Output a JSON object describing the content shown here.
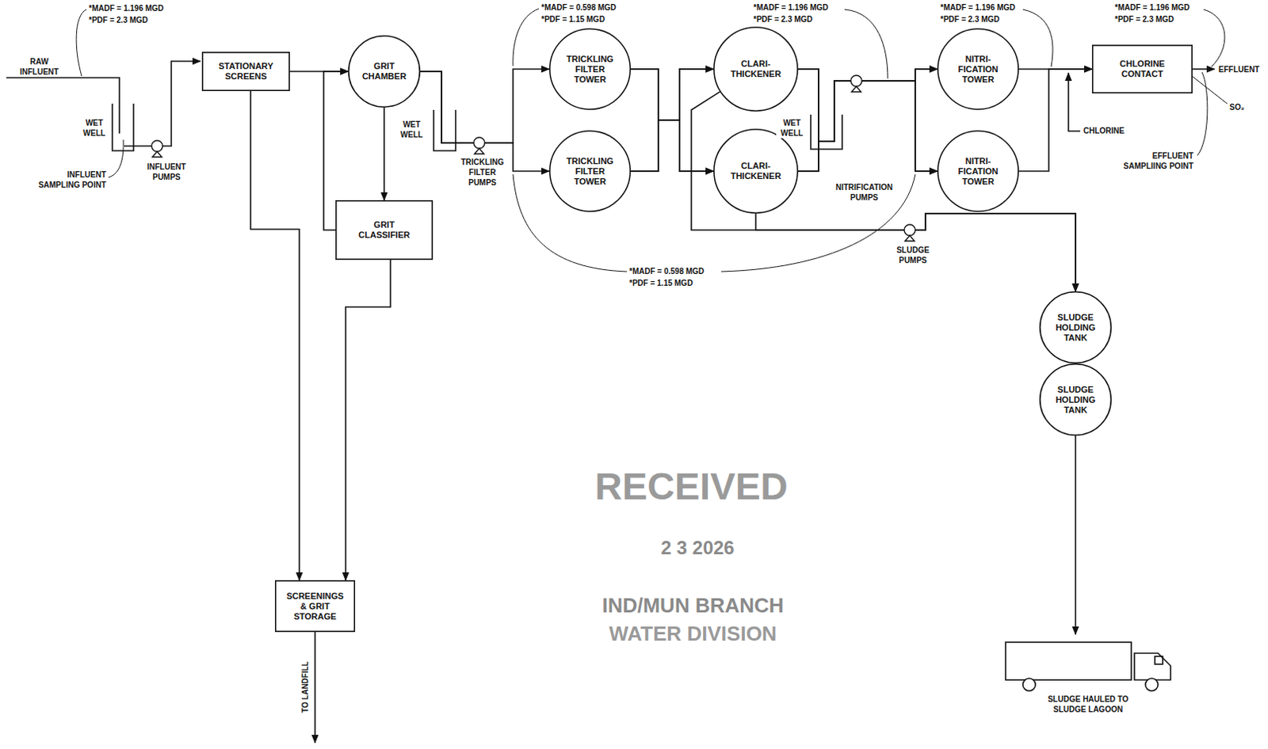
{
  "diagram": {
    "nodes": [
      {
        "text": [
          "STATIONARY SCREENS"
        ]
      },
      {
        "text": [
          "GRIT CHAMBER"
        ]
      },
      {
        "text": [
          "TRICKLING FILTER TOWER"
        ]
      },
      {
        "text": [
          "TRICKLING FILTER TOWER"
        ]
      },
      {
        "text": [
          "CLARI- THICKENER"
        ]
      },
      {
        "text": [
          "CLARI- THICKENER"
        ]
      },
      {
        "text": [
          "NITRI- FICATION TOWER"
        ]
      },
      {
        "text": [
          "NITRI- FICATION TOWER"
        ]
      },
      {
        "text": [
          "CHLORINE CONTACT"
        ]
      },
      {
        "text": [
          "GRIT CLASSIFIER"
        ]
      },
      {
        "text": [
          "SLUDGE HOLDING TANK"
        ]
      },
      {
        "text": [
          "SLUDGE HOLDING TANK"
        ]
      },
      {
        "text": [
          "SCREENINGS & GRIT STORAGE"
        ]
      }
    ],
    "edges": [
      {
        "from": 0,
        "to": 1,
        "arrow": "to"
      },
      {
        "from": 1,
        "to": 9,
        "arrow": "to"
      },
      {
        "from": 9,
        "to": 1,
        "arrow": "to"
      },
      {
        "from": 0,
        "to": 12,
        "arrow": "to"
      },
      {
        "from": 9,
        "to": 12,
        "arrow": "to"
      },
      {
        "from": 1,
        "to": 2,
        "arrow": "to"
      },
      {
        "from": 1,
        "to": 3,
        "arrow": "to"
      },
      {
        "from": 2,
        "to": 4,
        "arrow": "to"
      },
      {
        "from": 2,
        "to": 5,
        "arrow": "to"
      },
      {
        "from": 3,
        "to": 4,
        "arrow": "to"
      },
      {
        "from": 3,
        "to": 5,
        "arrow": "to"
      },
      {
        "from": 4,
        "to": 6,
        "arrow": "to"
      },
      {
        "from": 4,
        "to": 7,
        "arrow": "to"
      },
      {
        "from": 5,
        "to": 6,
        "arrow": "to"
      },
      {
        "from": 5,
        "to": 7,
        "arrow": "to"
      },
      {
        "from": 4,
        "to": 10,
        "arrow": "to"
      },
      {
        "from": 5,
        "to": 10,
        "arrow": "to"
      },
      {
        "from": 6,
        "to": 8,
        "arrow": "to"
      },
      {
        "from": 7,
        "to": 8,
        "arrow": "to"
      }
    ],
    "labels": [
      "*MADF = 1.196 MGD",
      "*PDF = 2.3 MGD",
      "RAW INFLUENT",
      "WET WELL",
      "INFLUENT SAMPLING POINT",
      "INFLUENT PUMPS",
      "WET WELL",
      "TRICKLING FILTER PUMPS",
      "*MADF = 0.598 MGD",
      "*PDF = 1.15 MGD",
      "*MADF = 1.196 MGD",
      "*PDF = 2.3 MGD",
      "*MADF = 1.196 MGD",
      "*PDF = 2.3 MGD",
      "*MADF = 1.196 MGD",
      "*PDF = 2.3 MGD",
      "WET WELL",
      "NITRIFICATION PUMPS",
      "*MADF = 0.598 MGD",
      "*PDF = 1.15 MGD",
      "SLUDGE PUMPS",
      "CHLORINE",
      "EFFLUENT",
      "SO₂",
      "EFFLUENT SAMPLIING POINT",
      "TO LANDFILL",
      "SLUDGE HAULED TO SLUDGE LAGOON",
      "RECEIVED",
      "2 3 2026",
      "IND/MUN BRANCH",
      "WATER DIVISION"
    ]
  }
}
